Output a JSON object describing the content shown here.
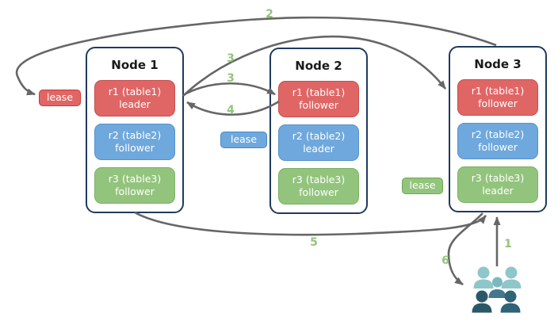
{
  "diagram": {
    "nodes": [
      {
        "title": "Node 1",
        "replicas": [
          {
            "name": "r1 (table1)",
            "role": "leader",
            "color": "red"
          },
          {
            "name": "r2 (table2)",
            "role": "follower",
            "color": "blue"
          },
          {
            "name": "r3 (table3)",
            "role": "follower",
            "color": "green"
          }
        ]
      },
      {
        "title": "Node 2",
        "replicas": [
          {
            "name": "r1 (table1)",
            "role": "follower",
            "color": "red"
          },
          {
            "name": "r2 (table2)",
            "role": "leader",
            "color": "blue"
          },
          {
            "name": "r3 (table3)",
            "role": "follower",
            "color": "green"
          }
        ]
      },
      {
        "title": "Node 3",
        "replicas": [
          {
            "name": "r1 (table1)",
            "role": "follower",
            "color": "red"
          },
          {
            "name": "r2 (table2)",
            "role": "follower",
            "color": "blue"
          },
          {
            "name": "r3 (table3)",
            "role": "leader",
            "color": "green"
          }
        ]
      }
    ],
    "leases": [
      {
        "label": "lease",
        "fill": "#e06666",
        "border": "#d13434"
      },
      {
        "label": "lease",
        "fill": "#6fa8dc",
        "border": "#4a86c8"
      },
      {
        "label": "lease",
        "fill": "#93c47d",
        "border": "#6fa84f"
      }
    ],
    "step_labels": {
      "s1": "1",
      "s2": "2",
      "s3a": "3",
      "s3b": "3",
      "s4": "4",
      "s5": "5",
      "s6": "6"
    },
    "icons": {
      "client": "users-group-icon"
    },
    "colors": {
      "arrow": "#666666",
      "step_label": "#93c47d",
      "node_border": "#1f3a5f",
      "replica_red": "#e06666",
      "replica_blue": "#6fa8dc",
      "replica_green": "#93c47d",
      "people_light": "#8ec6c9",
      "people_mid": "#44778d",
      "people_dark": "#2b5866",
      "people_dark_teal": "#306376"
    }
  }
}
